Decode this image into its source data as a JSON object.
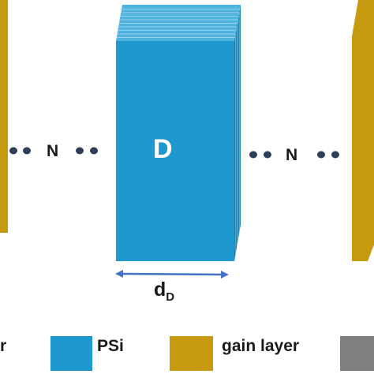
{
  "diagram": {
    "block_label": "D",
    "width_label_main": "d",
    "width_label_sub": "D",
    "repeat_label_left": "N",
    "repeat_label_right": "N"
  },
  "legend": {
    "items": [
      {
        "label": "r",
        "color": "#1f4e79",
        "note": "truncated at left edge"
      },
      {
        "label": "PSi",
        "color": "#1f97cf"
      },
      {
        "label": "gain layer",
        "color": "#c59a0e"
      },
      {
        "label": "",
        "color": "#7f7f7f"
      }
    ]
  },
  "colors": {
    "psi": "#1f97cf",
    "gain": "#c59a0e",
    "dots": "#2e3e58",
    "arrow": "#4472c4",
    "gray": "#7f7f7f"
  }
}
